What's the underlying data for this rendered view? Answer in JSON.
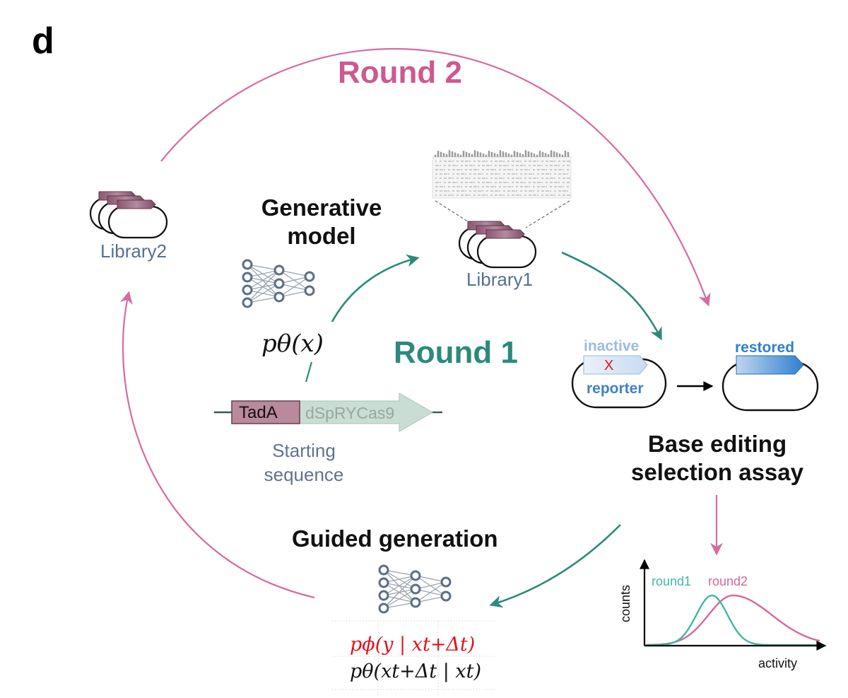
{
  "panel_label": "d",
  "round2_title": "Round 2",
  "round1_title": "Round 1",
  "generative_model": {
    "title_line1": "Generative",
    "title_line2": "model",
    "formula": "pθ(x)"
  },
  "library1": {
    "label": "Library1"
  },
  "library2": {
    "label": "Library2"
  },
  "starting_sequence": {
    "tada_label": "TadA",
    "cas_label": "dSpRYCas9",
    "caption_line1": "Starting",
    "caption_line2": "sequence"
  },
  "assay": {
    "inactive_label": "inactive",
    "mutation_mark": "X",
    "reporter_label": "reporter",
    "restored_label": "restored",
    "title_line1": "Base editing",
    "title_line2": "selection assay"
  },
  "guided_generation": {
    "title": "Guided generation",
    "formula_line1": "pϕ(y | xt+Δt)",
    "formula_line2": "pθ(xt+Δt | xt)"
  },
  "chart_data": {
    "type": "area",
    "xlabel": "activity",
    "ylabel": "counts",
    "series": [
      {
        "name": "round1",
        "color": "#3fb8a2",
        "peak_x": 0.38,
        "width": 0.09
      },
      {
        "name": "round2",
        "color": "#d9669b",
        "peak_x": 0.5,
        "width": 0.14
      }
    ],
    "grid": false,
    "axis_ticks": false
  },
  "colors": {
    "round1": "#2b8a7a",
    "round2": "#cc5a8e",
    "library_label": "#55708f",
    "tada_fill": "#b98a9c",
    "cas_fill": "#c9ddd4",
    "reporter_blue": "#3c82c8",
    "mutation_red": "#e0141c"
  }
}
